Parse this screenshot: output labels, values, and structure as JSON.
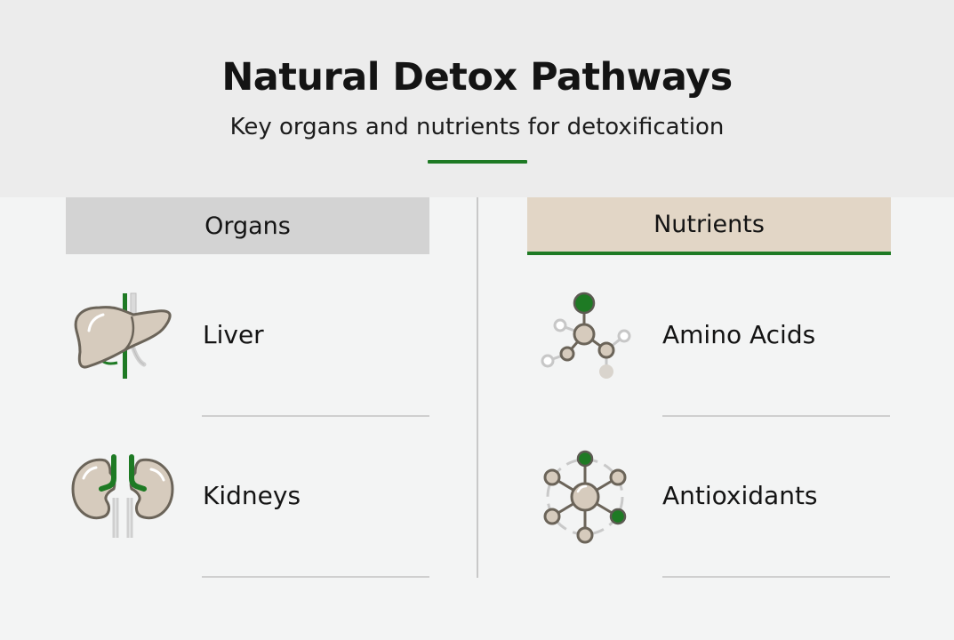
{
  "header": {
    "title": "Natural Detox Pathways",
    "subtitle": "Key organs and nutrients for detoxification",
    "accent_color": "#1e7a24"
  },
  "columns": [
    {
      "heading": "Organs",
      "heading_bg": "#d3d3d3",
      "items": [
        {
          "label": "Liver",
          "icon": "liver-icon"
        },
        {
          "label": "Kidneys",
          "icon": "kidneys-icon"
        }
      ]
    },
    {
      "heading": "Nutrients",
      "heading_bg": "#e2d6c6",
      "items": [
        {
          "label": "Amino Acids",
          "icon": "amino-acid-molecule-icon"
        },
        {
          "label": "Antioxidants",
          "icon": "antioxidant-molecule-icon"
        }
      ]
    }
  ],
  "colors": {
    "green": "#1e7a24",
    "organ_fill": "#d6cbbd",
    "outline": "#6b6459",
    "light_gray": "#c9c9c9"
  }
}
